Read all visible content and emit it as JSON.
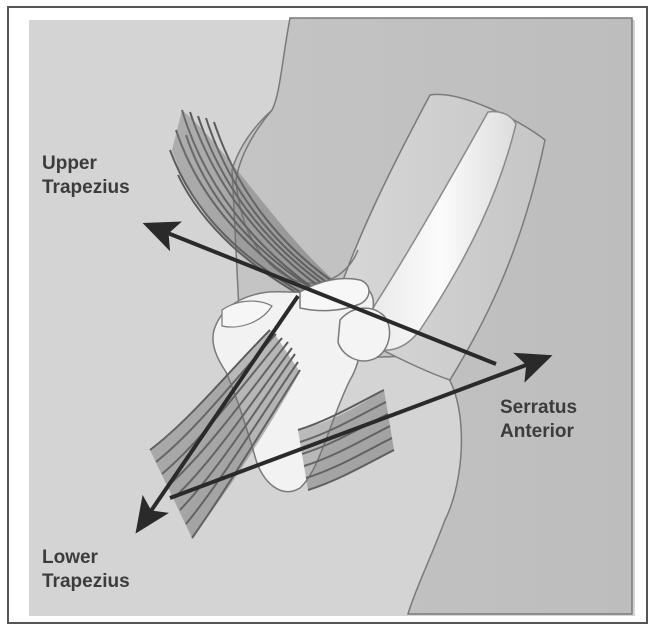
{
  "labels": {
    "upper_trapezius": {
      "line1": "Upper",
      "line2": "Trapezius"
    },
    "serratus_anterior": {
      "line1": "Serratus",
      "line2": "Anterior"
    },
    "lower_trapezius": {
      "line1": "Lower",
      "line2": "Trapezius"
    }
  },
  "colors": {
    "background": "#d4d4d4",
    "muscle": "#6e6e6e",
    "bone": "#f2f2f2",
    "arrow": "#2a2a2a",
    "text": "#3c3c3c"
  }
}
